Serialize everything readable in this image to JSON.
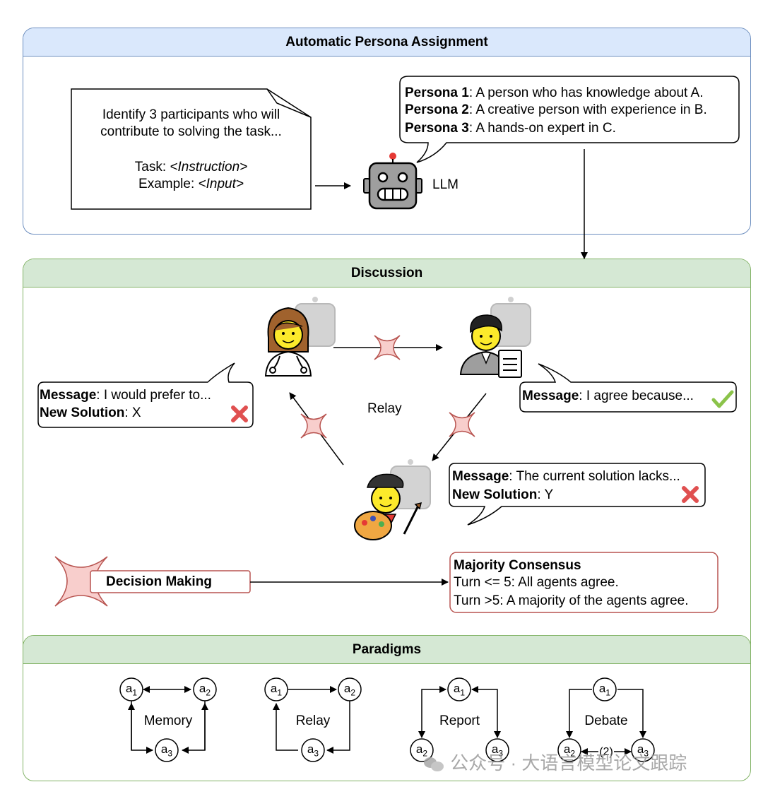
{
  "persona_assignment": {
    "title": "Automatic Persona Assignment",
    "prompt_line1": "Identify 3 participants who will",
    "prompt_line2": "contribute to solving the task...",
    "task_label": "Task: ",
    "task_value": "<Instruction>",
    "example_label": "Example: ",
    "example_value": "<Input>",
    "llm_label": "LLM",
    "personas": [
      {
        "name": "Persona 1",
        "desc": ": A person who has knowledge about A."
      },
      {
        "name": "Persona 2",
        "desc": ": A creative person with experience in B."
      },
      {
        "name": "Persona 3",
        "desc": ": A hands-on expert in C."
      }
    ]
  },
  "discussion": {
    "title": "Discussion",
    "center_label": "Relay",
    "message_left": {
      "msg_key": "Message",
      "msg": ": I would prefer to...",
      "sol_key": "New Solution",
      "sol": ": X"
    },
    "message_right": {
      "msg_key": "Message",
      "msg": ": I agree because..."
    },
    "message_bottom": {
      "msg_key": "Message",
      "msg": ": The current solution lacks...",
      "sol_key": "New Solution",
      "sol": ": Y"
    },
    "decision_label": "Decision Making",
    "consensus_title": "Majority Consensus",
    "consensus_line1": "Turn <= 5: All agents agree.",
    "consensus_line2": "Turn >5: A majority of the agents agree."
  },
  "paradigms": {
    "title": "Paradigms",
    "items": [
      {
        "label": "Memory"
      },
      {
        "label": "Relay"
      },
      {
        "label": "Report"
      },
      {
        "label": "Debate"
      }
    ],
    "debate_edge_label": "(2)",
    "node_base": "a",
    "node_subs": [
      "1",
      "2",
      "3"
    ]
  },
  "watermark": "公众号 · 大语言模型论文跟踪",
  "colors": {
    "blue_fill": "#dae8fc",
    "blue_border": "#6c8ebf",
    "green_fill": "#d5e8d4",
    "green_border": "#82b366",
    "red_border": "#b85450",
    "star_fill": "#f8cecc",
    "cross": "#e05050",
    "check": "#8bc34a"
  }
}
